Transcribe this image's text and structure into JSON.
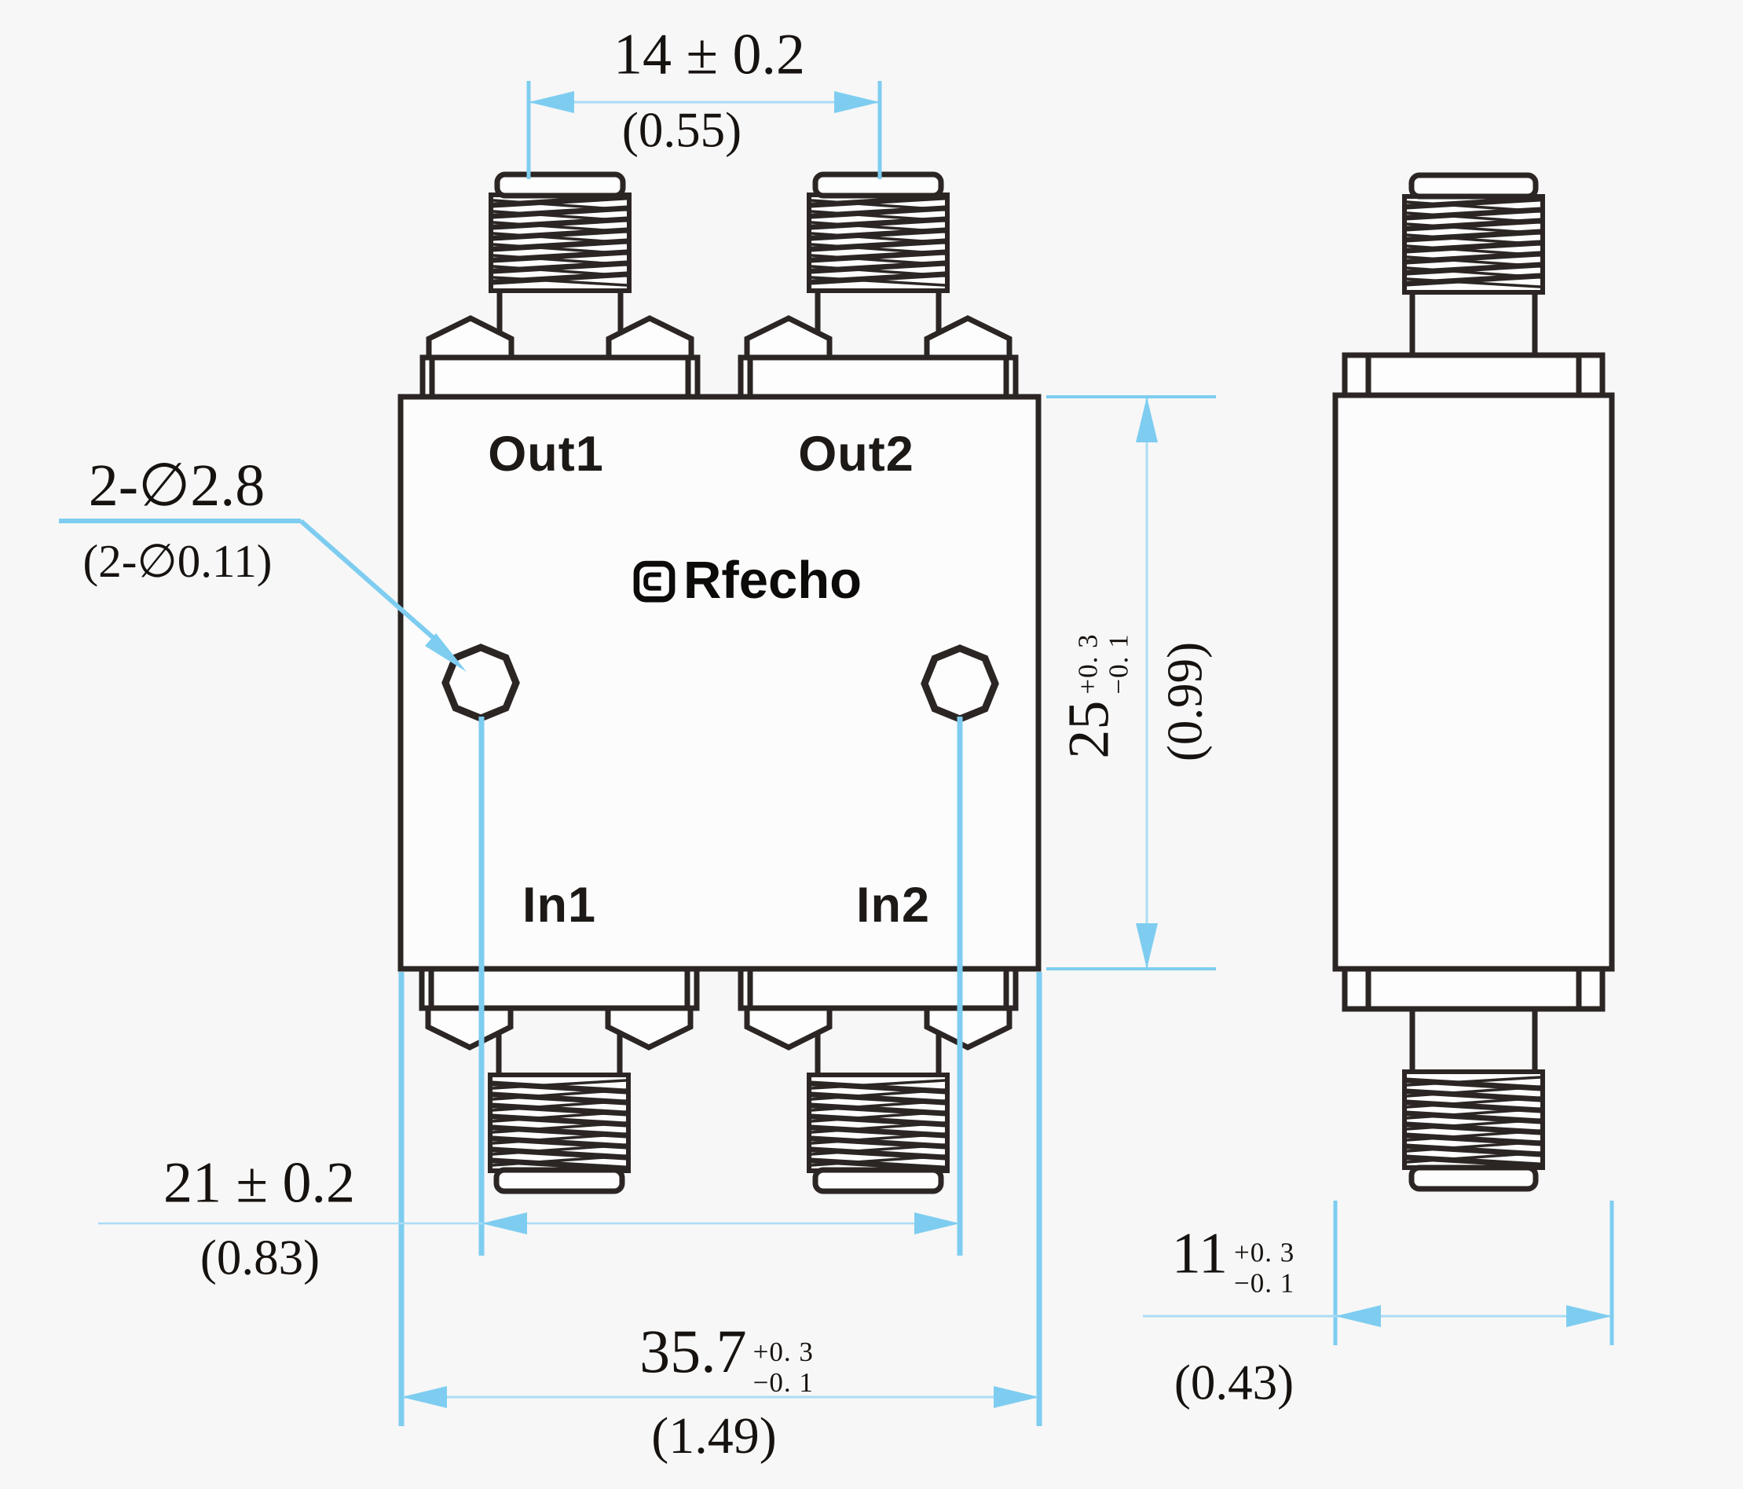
{
  "page": {
    "background": "#f7f7f7",
    "line_color": "#2b2624",
    "accent_blue": "#7ecdf0",
    "title": "RF power divider outline drawing"
  },
  "views": {
    "front": {
      "ports": {
        "out1": "Out1",
        "out2": "Out2",
        "in1": "In1",
        "in2": "In2"
      },
      "logo": {
        "brand": "Rfecho",
        "icon": "rfecho-square-icon"
      }
    },
    "side": {}
  },
  "dimensions": {
    "connector_spacing": {
      "mm": "14 ± 0.2",
      "inch": "(0.55)"
    },
    "mounting_holes": {
      "mm": "2-∅2.8",
      "inch": "(2-∅0.11)"
    },
    "body_height": {
      "mm": "25",
      "tol_plus": "+0. 3",
      "tol_minus": "−0. 1",
      "inch": "(0.99)"
    },
    "hole_spacing": {
      "mm": "21 ± 0.2",
      "inch": "(0.83)"
    },
    "body_width": {
      "mm": "35.7",
      "tol_plus": "+0. 3",
      "tol_minus": "−0. 1",
      "inch": "(1.49)"
    },
    "body_depth": {
      "mm": "11",
      "tol_plus": "+0. 3",
      "tol_minus": "−0. 1",
      "inch": "(0.43)"
    }
  }
}
